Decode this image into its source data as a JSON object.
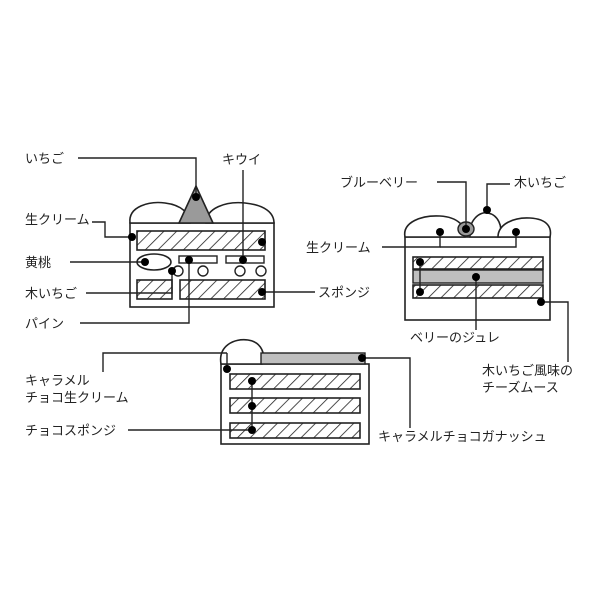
{
  "diagrams": {
    "cake1": {
      "labels": {
        "strawberry": "いちご",
        "kiwi": "キウイ",
        "fresh_cream": "生クリーム",
        "yellow_peach": "黄桃",
        "raspberry": "木いちご",
        "sponge": "スポンジ",
        "pineapple": "パイン"
      }
    },
    "cake2": {
      "labels": {
        "blueberry": "ブルーベリー",
        "raspberry": "木いちご",
        "fresh_cream": "生クリーム",
        "berry_jelly": "ベリーのジュレ",
        "raspberry_mousse_line1": "木いちご風味の",
        "raspberry_mousse_line2": "チーズムース"
      }
    },
    "cake3": {
      "labels": {
        "caramel_cream_line1": "キャラメル",
        "caramel_cream_line2": "チョコ生クリーム",
        "choco_sponge": "チョコスポンジ",
        "ganache": "キャラメルチョコガナッシュ"
      }
    }
  }
}
